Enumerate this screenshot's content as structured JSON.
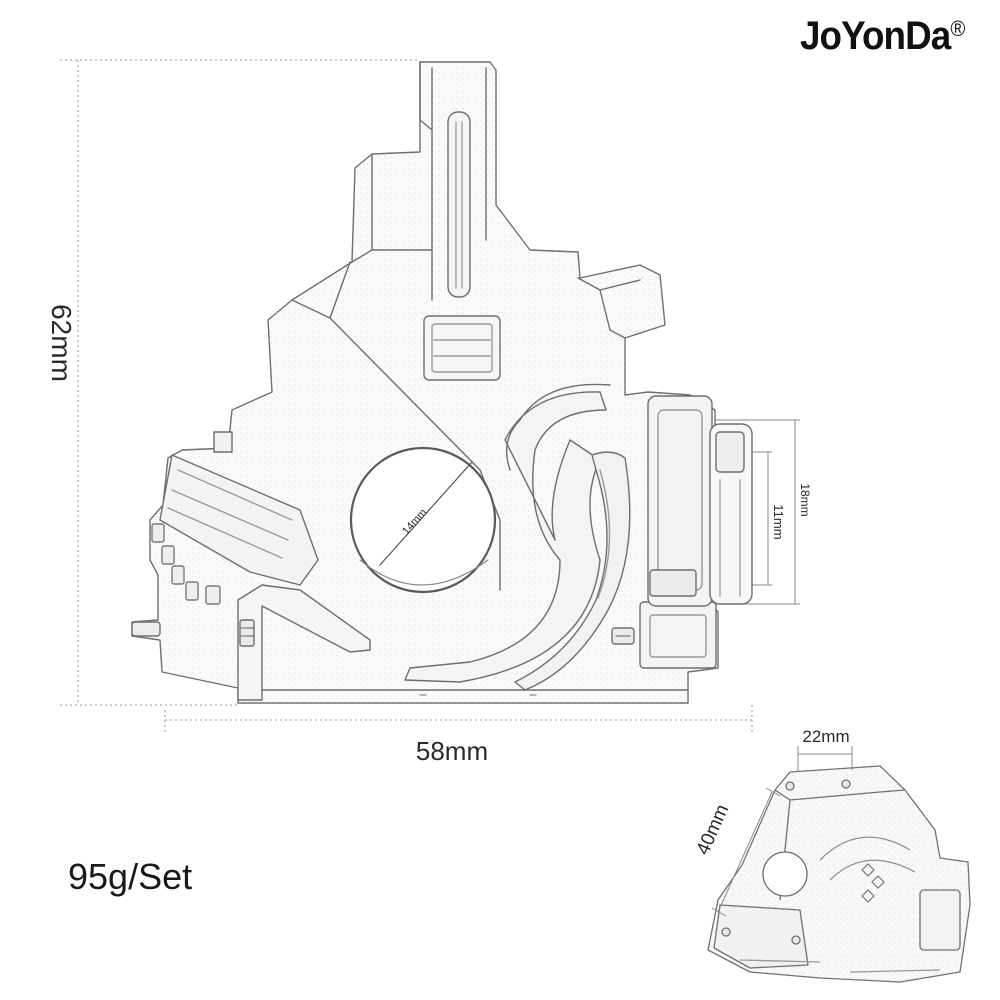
{
  "brand": {
    "name": "JoYonDa",
    "mark": "®"
  },
  "weight_label": "95g/Set",
  "dimensions": {
    "height": "62mm",
    "width": "58mm",
    "hole_diameter": "14mm",
    "shaft_outer": "18mm",
    "shaft_inner": "11mm",
    "inset_depth": "40mm",
    "inset_width": "22mm"
  }
}
